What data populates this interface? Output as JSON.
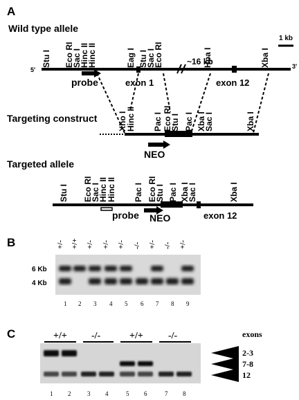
{
  "panelA": {
    "label": "A",
    "wt_title": "Wild type allele",
    "scale": "1 kb",
    "five_prime": "5'",
    "three_prime": "3'",
    "wt_sites": [
      "Stu I",
      "Eco RI",
      "Sac I",
      "Hinc II",
      "Hinc II",
      "Eag I",
      "Stu I",
      "Sac I",
      "Eco RI",
      "Hpa I",
      "Xba I"
    ],
    "gap_label": "~16 kb",
    "probe": "probe",
    "exon1": "exon 1",
    "exon12": "exon 12",
    "tc_title": "Targeting construct",
    "tc_sites": [
      "Xho I",
      "Hinc II",
      "Pac I",
      "Eco RI",
      "Stu I",
      "Pac I",
      "Xba I",
      "Sac I",
      "Xba I"
    ],
    "neo": "NEO",
    "ta_title": "Targeted allele",
    "ta_sites": [
      "Stu I",
      "Eco RI",
      "Sac I",
      "Hinc II",
      "Hinc II",
      "Pac I",
      "Eco RI",
      "Stu I",
      "Pac I",
      "Xba I",
      "Sac I",
      "Xba I"
    ],
    "ta_probe": "probe",
    "ta_neo": "NEO",
    "ta_exon12": "exon 12"
  },
  "panelB": {
    "label": "B",
    "genotypes": [
      "+/-",
      "+/+",
      "+/-",
      "+/-",
      "+/-",
      "-/-",
      "+/-",
      "-/-",
      "+/-"
    ],
    "lanes": [
      "1",
      "2",
      "3",
      "4",
      "5",
      "6",
      "7",
      "8",
      "9"
    ],
    "band_upper": "6 Kb",
    "band_lower": "4 Kb"
  },
  "panelC": {
    "label": "C",
    "groups": [
      "+/+",
      "-/-",
      "+/+",
      "-/-"
    ],
    "lanes": [
      "1",
      "2",
      "3",
      "4",
      "5",
      "6",
      "7",
      "8"
    ],
    "exons_header": "exons",
    "exon_labels": [
      "2-3",
      "7-8",
      "12"
    ]
  }
}
